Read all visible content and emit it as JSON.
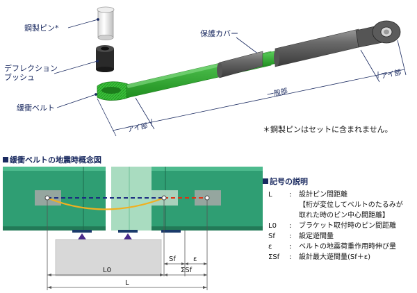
{
  "callouts": {
    "steel_pin": "鋼製ピン*",
    "deflection_bush_line1": "デフレクション",
    "deflection_bush_line2": "ブッシュ",
    "buffer_belt": "緩衝ベルト",
    "protective_cover": "保護カバー"
  },
  "dimension_labels": {
    "eye_left": "アイ部",
    "eye_right": "アイ部",
    "general": "一般部",
    "L0": "L0",
    "Sf": "Sf",
    "epsilon": "ε",
    "sigma_sf": "ΣSf",
    "L": "L"
  },
  "note": "＊鋼製ピンはセットに含まれません。",
  "concept_title": "緩衝ベルトの地震時概念図",
  "legend": {
    "title": "記号の説明",
    "items": [
      {
        "symbol": "L",
        "desc": "設計ピン間距離"
      },
      {
        "symbol": "",
        "desc": "【桁が変位してベルトのたるみが"
      },
      {
        "symbol": "",
        "desc": "取れた時のピン中心間距離】"
      },
      {
        "symbol": "L0",
        "desc": "ブラケット取付時のピン間距離"
      },
      {
        "symbol": "Sf",
        "desc": "設定遊間量"
      },
      {
        "symbol": "ε",
        "desc": "ベルトの地震荷重作用時伸び量"
      },
      {
        "symbol": "ΣSf",
        "desc": "設計最大遊間量(Sf＋ε)"
      }
    ]
  },
  "colors": {
    "belt_green": "#2fae2f",
    "girder_green": "#2e9e72",
    "cover_gray": "#6f6f6f",
    "navy": "#1a2a60",
    "belt_curve": "#f0b020",
    "belt_taut": "#e03010"
  }
}
